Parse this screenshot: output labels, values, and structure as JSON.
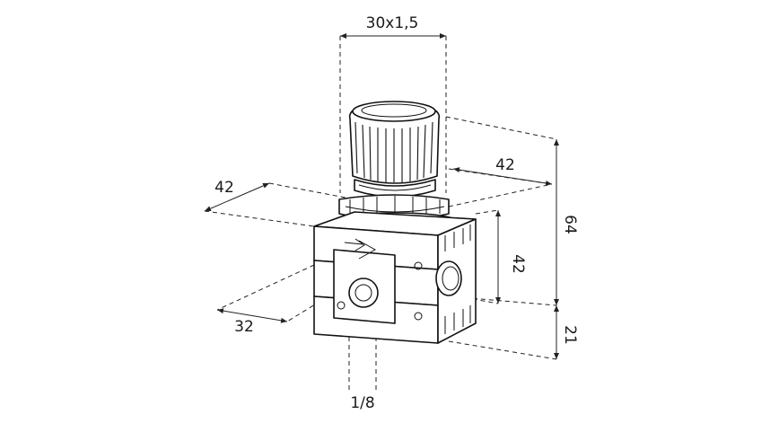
{
  "dimensions": {
    "thread_top": "30x1,5",
    "depth_left": "42",
    "width_right": "42",
    "height_right_vertical": "42",
    "overall_height": "64",
    "lower_height": "21",
    "port_spacing": "32",
    "port_thread": "1/8"
  },
  "colors": {
    "line": "#111111",
    "background": "#ffffff"
  }
}
